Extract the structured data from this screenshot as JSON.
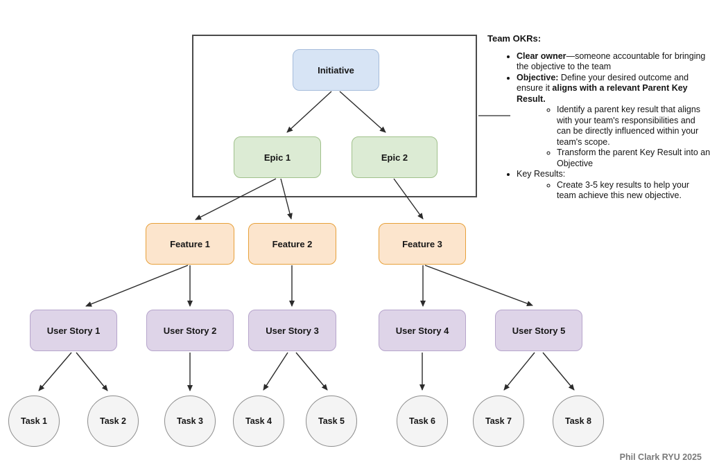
{
  "diagram": {
    "nodes": {
      "initiative": "Initiative",
      "epics": [
        "Epic 1",
        "Epic 2"
      ],
      "features": [
        "Feature 1",
        "Feature 2",
        "Feature 3"
      ],
      "user_stories": [
        "User Story 1",
        "User Story 2",
        "User Story 3",
        "User Story 4",
        "User Story 5"
      ],
      "tasks": [
        "Task 1",
        "Task 2",
        "Task 3",
        "Task 4",
        "Task 5",
        "Task 6",
        "Task 7",
        "Task 8"
      ]
    },
    "edges": [
      [
        "Initiative",
        "Epic 1"
      ],
      [
        "Initiative",
        "Epic 2"
      ],
      [
        "Epic 1",
        "Feature 1"
      ],
      [
        "Epic 1",
        "Feature 2"
      ],
      [
        "Epic 2",
        "Feature 3"
      ],
      [
        "Feature 1",
        "User Story 1"
      ],
      [
        "Feature 1",
        "User Story 2"
      ],
      [
        "Feature 2",
        "User Story 3"
      ],
      [
        "Feature 3",
        "User Story 4"
      ],
      [
        "Feature 3",
        "User Story 5"
      ],
      [
        "User Story 1",
        "Task 1"
      ],
      [
        "User Story 1",
        "Task 2"
      ],
      [
        "User Story 2",
        "Task 3"
      ],
      [
        "User Story 3",
        "Task 4"
      ],
      [
        "User Story 3",
        "Task 5"
      ],
      [
        "User Story 4",
        "Task 6"
      ],
      [
        "User Story 5",
        "Task 7"
      ],
      [
        "User Story 5",
        "Task 8"
      ]
    ],
    "colors": {
      "initiative_fill": "#d7e4f5",
      "initiative_border": "#a5bcdb",
      "epic_fill": "#dcebd4",
      "epic_border": "#a0c18b",
      "feature_fill": "#fce5cd",
      "feature_border": "#e7a039",
      "user_story_fill": "#ded4e8",
      "user_story_border": "#b6a4cb",
      "task_fill": "#f4f4f4",
      "task_border": "#8d8d8d",
      "arrow": "#2b2b2b",
      "boundary": "#4a4a4a"
    }
  },
  "annotation": {
    "heading": "Team OKRs:",
    "clear_owner": {
      "bold": "Clear owner",
      "text": "—someone accountable for bringing the objective to the team"
    },
    "objective": {
      "bold1": "Objective:",
      "text1": " Define your desired outcome and ensure it ",
      "bold2": "aligns with a relevant Parent Key Result.",
      "subs": [
        "Identify a parent key result that aligns with your team's responsibilities and can be directly influenced within your team's scope.",
        "Transform the parent Key Result into an Objective"
      ]
    },
    "key_results": {
      "text": "Key Results:",
      "subs": [
        "Create 3-5 key results to help your team achieve this new objective."
      ]
    }
  },
  "attribution": "Phil Clark RYU 2025"
}
